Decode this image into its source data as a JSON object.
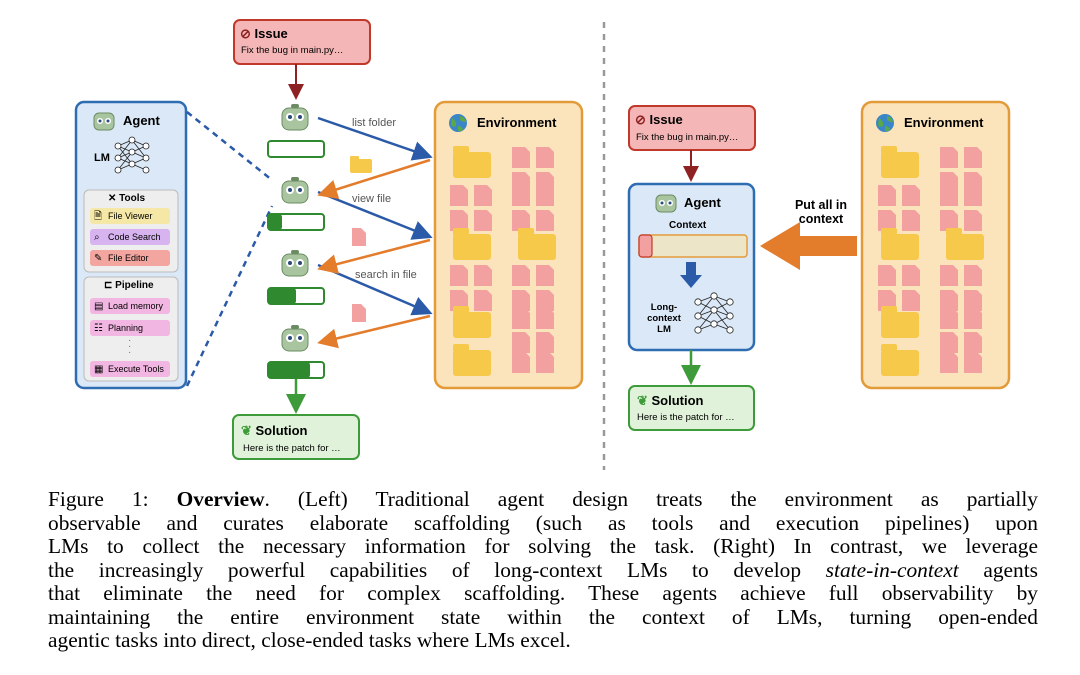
{
  "left": {
    "issue": {
      "title": "Issue",
      "text": "Fix the bug in main.py…"
    },
    "agent": {
      "title": "Agent",
      "lm_label": "LM",
      "tools": {
        "title": "Tools",
        "items": [
          "File Viewer",
          "Code Search",
          "File Editor"
        ]
      },
      "pipeline": {
        "title": "Pipeline",
        "items": [
          "Load memory",
          "Planning",
          "Execute Tools"
        ]
      }
    },
    "actions": [
      "list folder",
      "view file",
      "search in file"
    ],
    "environment": {
      "title": "Environment"
    },
    "solution": {
      "title": "Solution",
      "text": "Here is the patch for …"
    }
  },
  "right": {
    "issue": {
      "title": "Issue",
      "text": "Fix the bug in main.py…"
    },
    "agent": {
      "title": "Agent",
      "context_label": "Context",
      "lm_label": "Long-context LM"
    },
    "arrow_label": "Put all in context",
    "environment": {
      "title": "Environment"
    },
    "solution": {
      "title": "Solution",
      "text": "Here is the patch for …"
    }
  },
  "caption": {
    "prefix": "Figure 1: ",
    "bold": "Overview",
    "lines": [
      ". (Left) Traditional agent design treats the environment as partially",
      "observable and curates elaborate scaffolding (such as tools and execution pipelines) upon",
      "LMs to collect the necessary information for solving the task. (Right) In contrast, we leverage",
      "the increasingly powerful capabilities of long-context LMs to develop ",
      "state-in-context",
      " agents",
      "that eliminate the need for complex scaffolding. These agents achieve full observability by",
      "maintaining the entire environment state within the context of LMs, turning open-ended",
      "agentic tasks into direct, close-ended tasks where LMs excel."
    ]
  },
  "colors": {
    "issue_fill": "#f4b6b6",
    "issue_border": "#c0392b",
    "agent_fill": "#dbe8f7",
    "agent_border": "#2f6db3",
    "env_fill": "#fbe4bb",
    "env_border": "#e39b3a",
    "solution_fill": "#e0f2d9",
    "solution_border": "#3e9b39",
    "folder": "#f7c94a",
    "file": "#f2a0a0",
    "arrow_blue": "#2a5aa8",
    "arrow_orange": "#e37c2b",
    "arrow_dark_red": "#8e2222"
  }
}
